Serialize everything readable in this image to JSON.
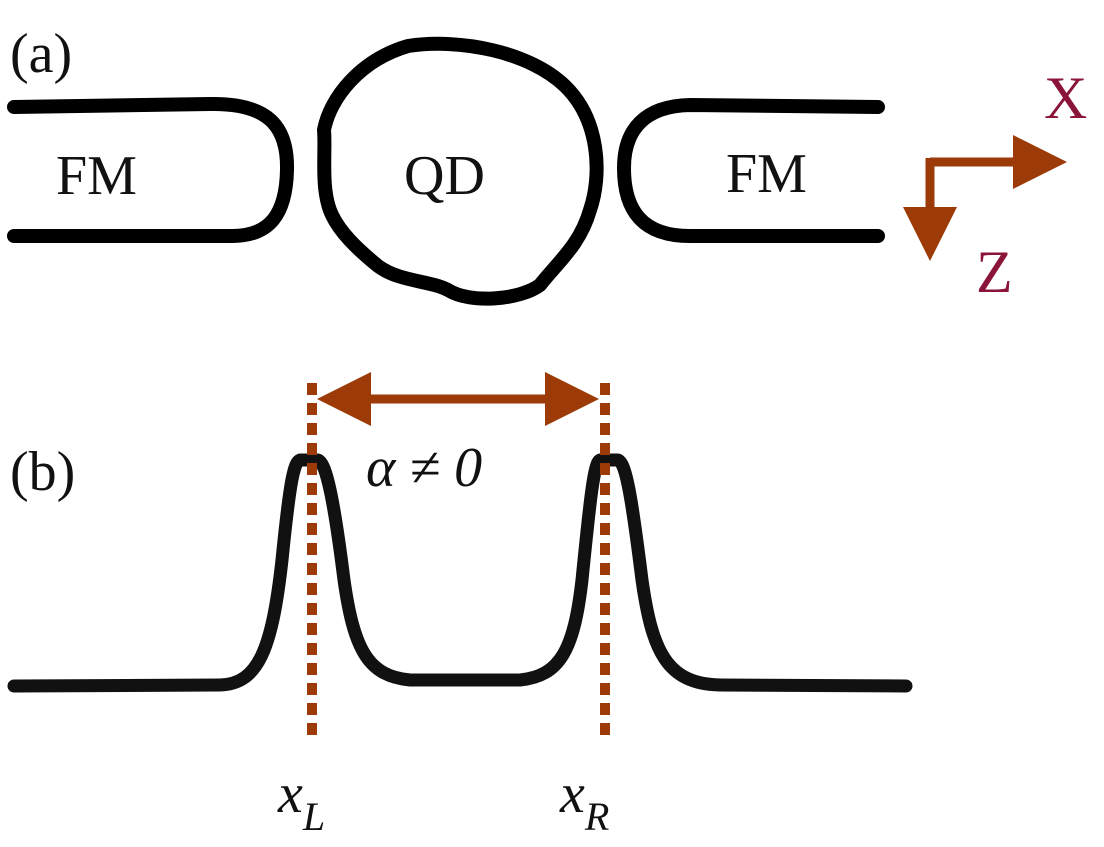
{
  "panel_a": {
    "label": "(a)",
    "left_lead": "FM",
    "dot": "QD",
    "right_lead": "FM"
  },
  "axes": {
    "x_label": "X",
    "z_label": "Z",
    "color": "#9c3a08",
    "label_color": "#8a1538"
  },
  "panel_b": {
    "label": "(b)",
    "separation_symbol": "α ≠ 0",
    "left_position": "x",
    "left_subscript": "L",
    "right_position": "x",
    "right_subscript": "R",
    "marker_color": "#9c3a08",
    "curve_color": "#111111"
  }
}
